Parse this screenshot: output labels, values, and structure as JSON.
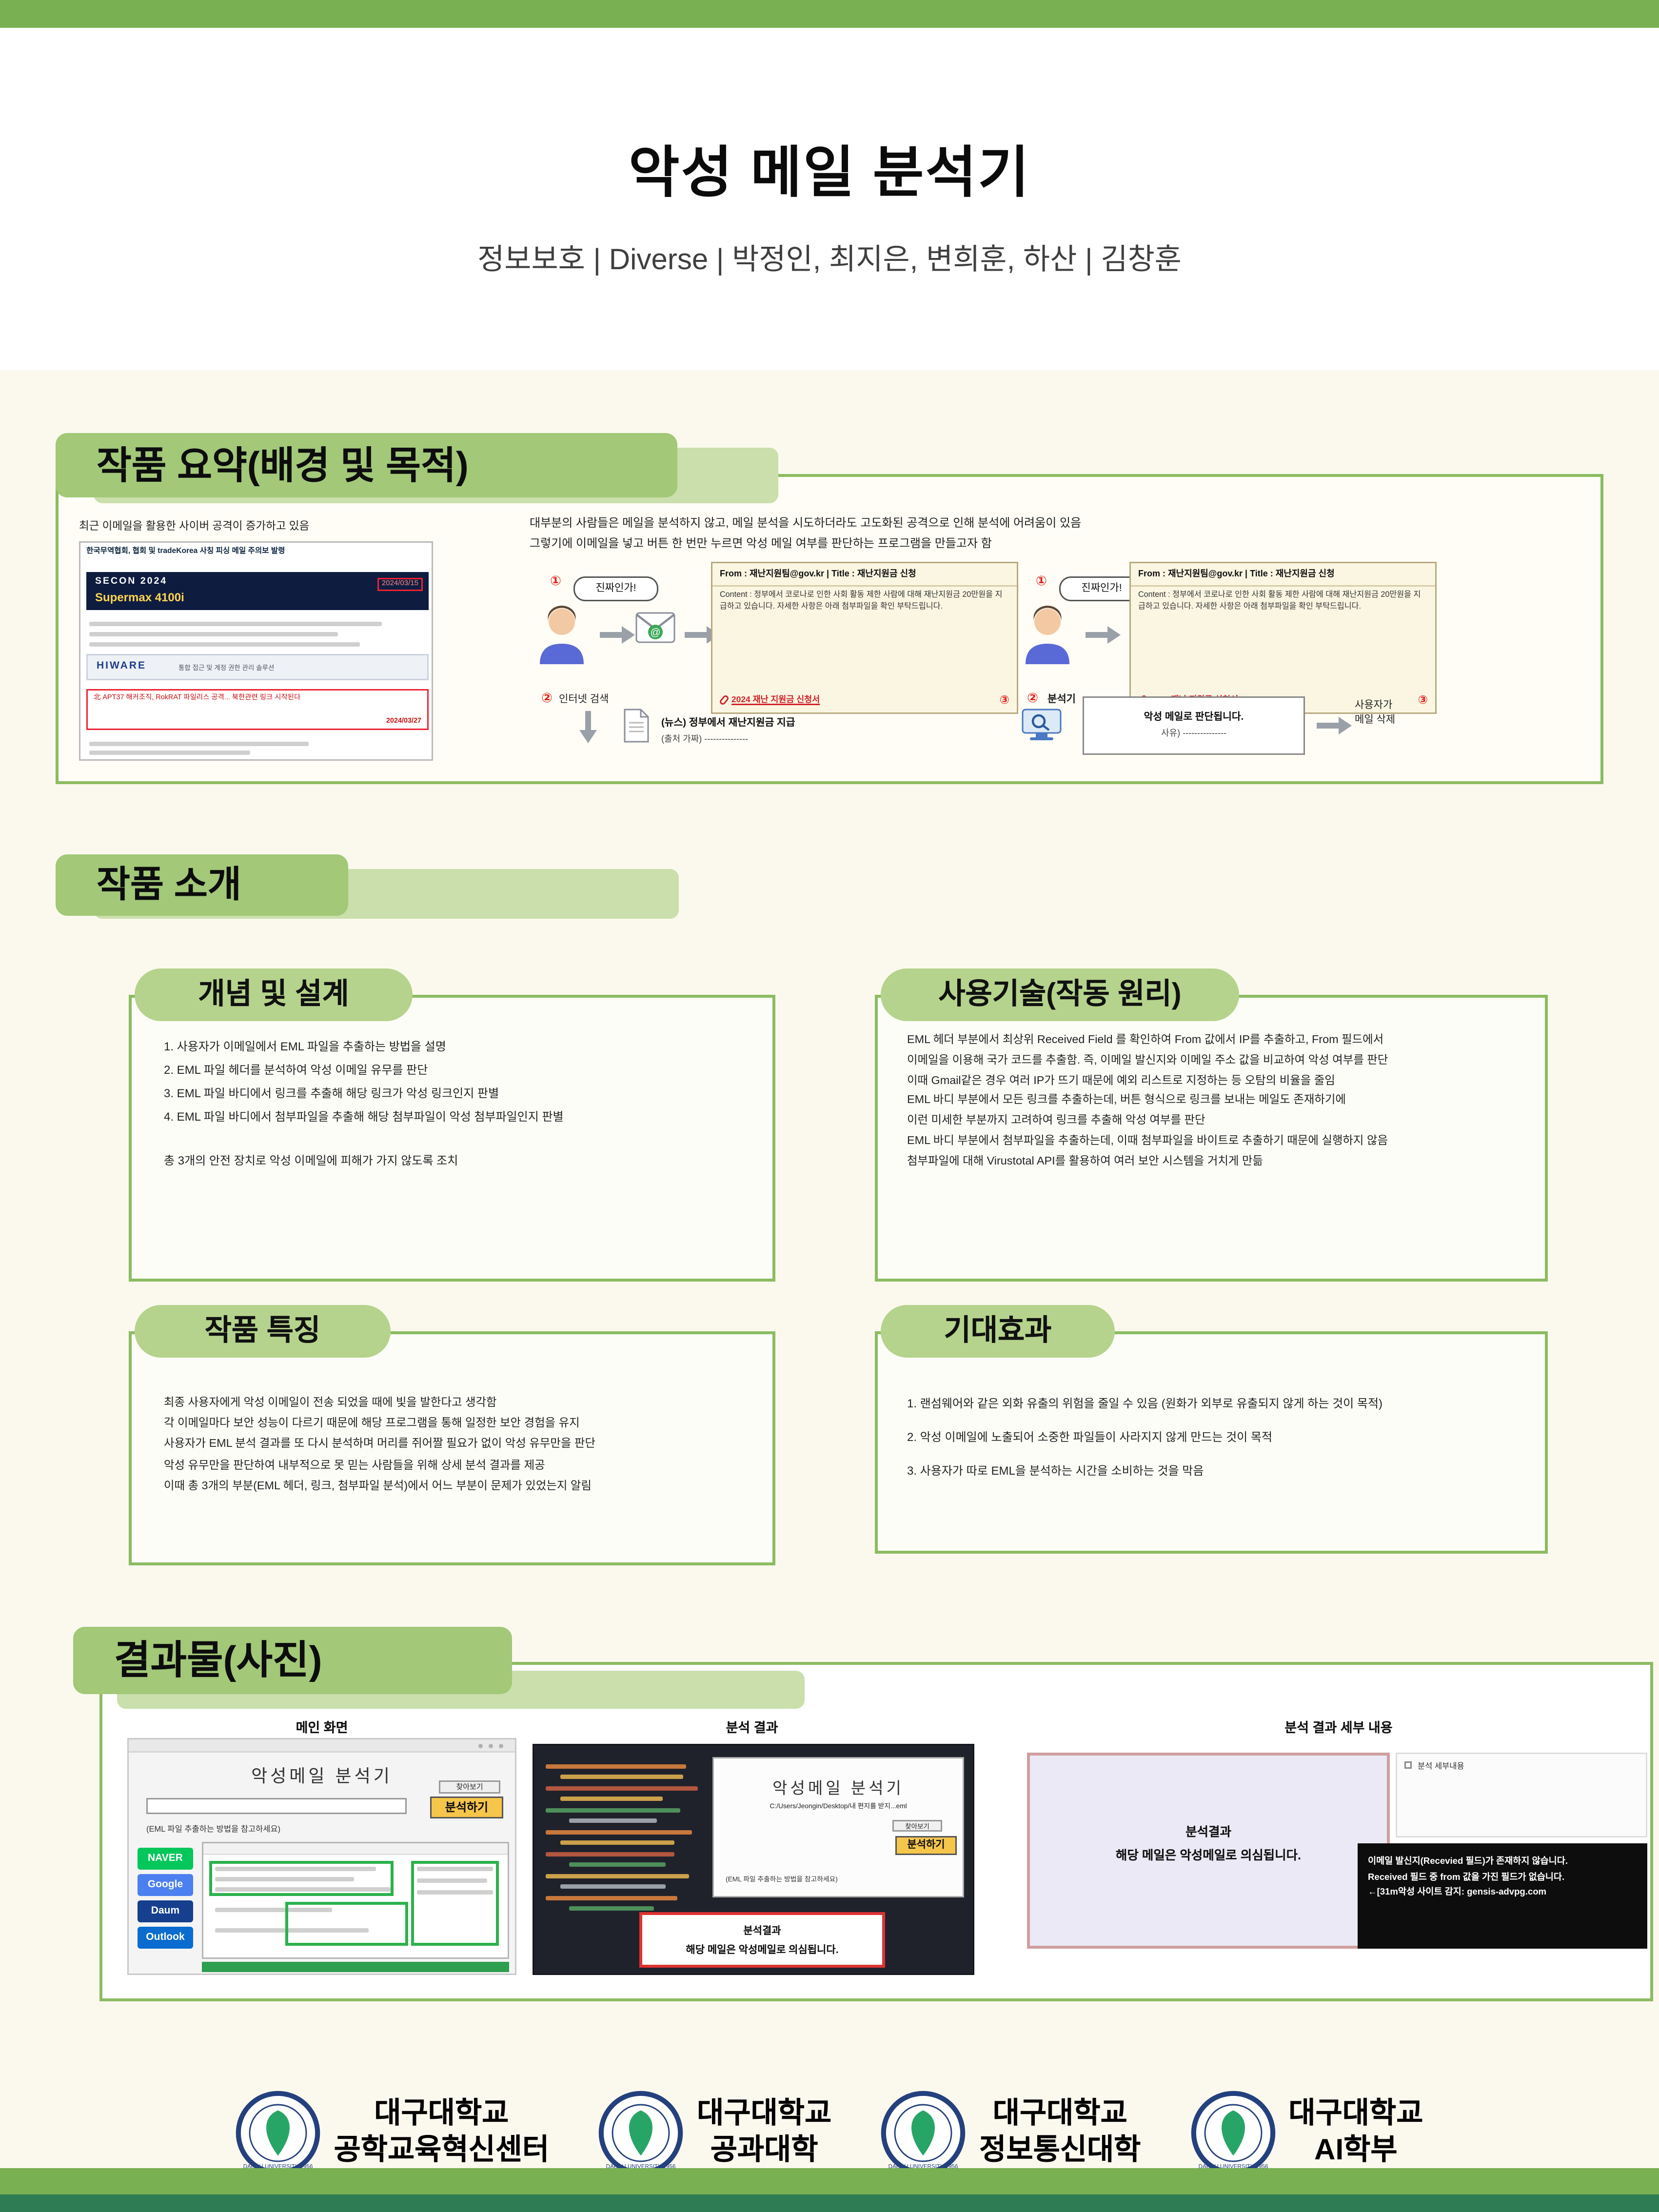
{
  "header": {
    "title": "악성 메일 분석기",
    "subtitle": "정보보호 | Diverse | 박정인, 최지은, 변희훈, 하산 | 김창훈"
  },
  "colors": {
    "green": "#79b052",
    "band_green": "#a2c878",
    "band_light_green": "#cadfac",
    "box_border_green": "#8cbb61",
    "accent_yellow": "#f6c64a",
    "alert_red": "#d2222a",
    "naver_green": "#03c75a"
  },
  "summary": {
    "heading": "작품 요약(배경 및 목적)",
    "left_caption": "최근 이메일을 활용한 사이버 공격이 증가하고 있음",
    "intro_line1": "대부분의 사람들은 메일을 분석하지 않고, 메일 분석을 시도하더라도 고도화된 공격으로 인해 분석에 어려움이 있음",
    "intro_line2": "그렇기에 이메일을 넣고 버튼 한 번만 누르면 악성 메일 여부를 판단하는 프로그램을 만들고자 함",
    "news": {
      "headline": "한국무역협회, 협회 및 tradeKorea 사칭 피싱 메일 주의보 발령",
      "banner_title": "SECON 2024",
      "banner_sub": "Supermax 4100i",
      "date1": "2024/03/15",
      "hiware": "HIWARE",
      "hiware_sub": "통합 접근 및 계정 권한 관리 솔루션",
      "alert_line": "北 APT37 해커조직, RokRAT 파일리스 공격... 북한관련 링크 시작된다",
      "date2": "2024/03/27"
    },
    "bubble": "진짜인가!",
    "circled_1": "①",
    "circled_2": "②",
    "circled_3": "③",
    "mail": {
      "header": "From : 재난지원팀@gov.kr | Title : 재난지원금 신청",
      "content": "Content : 정부에서 코로나로 인한 사회 활동 제한 사람에 대해 재난지원금 20만원을 지급하고 있습니다. 자세한 사항은 아래 첨부파일을 확인 부탁드립니다.",
      "attachment": "2024 재난 지원금 신청서"
    },
    "scenario1": {
      "step_label": "인터넷 검색",
      "result_title": "(뉴스) 정부에서 재난지원금 지급",
      "result_sub": "(출처 가짜) ---------------"
    },
    "scenario2": {
      "step_label": "분석기",
      "verdict_title": "악성 메일로 판단됩니다.",
      "verdict_sub": "사유) ---------------",
      "user_action": "사용자가\n메일 삭제"
    }
  },
  "intro": {
    "heading": "작품 소개",
    "concept": {
      "heading": "개념 및 설계",
      "lines": [
        "1. 사용자가 이메일에서 EML 파일을 추출하는 방법을 설명",
        "2. EML 파일 헤더를 분석하여 악성 이메일 유무를 판단",
        "3. EML 파일 바디에서 링크를 추출해 해당 링크가 악성 링크인지 판별",
        "4. EML 파일 바디에서 첨부파일을 추출해 해당 첨부파일이 악성 첨부파일인지 판별"
      ],
      "footer": "총 3개의 안전 장치로 악성 이메일에 피해가 가지 않도록 조치"
    },
    "tech": {
      "heading": "사용기술(작동 원리)",
      "lines": [
        "EML 헤더 부분에서 최상위 Received Field 를 확인하여 From 값에서 IP를 추출하고, From 필드에서",
        "이메일을 이용해 국가 코드를 추출함. 즉, 이메일 발신지와 이메일 주소 값을 비교하여 악성 여부를 판단",
        "이때  Gmail같은 경우 여러 IP가 뜨기 때문에 예외 리스트로 지정하는 등 오탐의 비율을 줄임",
        "EML 바디 부분에서 모든 링크를 추출하는데, 버튼 형식으로 링크를 보내는 메일도 존재하기에",
        "이런 미세한 부분까지 고려하여 링크를 추출해 악성 여부를 판단",
        "EML 바디 부분에서 첨부파일을 추출하는데, 이때 첨부파일을 바이트로 추출하기 때문에 실행하지 않음",
        "첨부파일에 대해 Virustotal API를 활용하여 여러 보안 시스템을 거치게 만듦"
      ]
    },
    "features": {
      "heading": "작품 특징",
      "lines": [
        "최종 사용자에게 악성 이메일이 전송 되었을 때에 빛을 발한다고 생각함",
        "각 이메일마다 보안 성능이 다르기 때문에 해당 프로그램을 통해 일정한 보안 경험을 유지",
        "사용자가 EML 분석 결과를 또 다시 분석하며 머리를 쥐어짤 필요가 없이 악성 유무만을 판단",
        "악성 유무만을 판단하여 내부적으로 못 믿는 사람들을 위해 상세 분석 결과를 제공",
        "이때 총 3개의 부분(EML 헤더, 링크, 첨부파일 분석)에서 어느 부분이 문제가 있었는지 알림"
      ]
    },
    "effects": {
      "heading": "기대효과",
      "lines": [
        "1. 랜섬웨어와 같은 외화 유출의 위험을 줄일 수 있음 (원화가 외부로 유출되지 않게 하는 것이 목적)",
        "2. 악성 이메일에 노출되어 소중한 파일들이 사라지지 않게 만드는 것이 목적",
        "3. 사용자가 따로 EML을 분석하는 시간을 소비하는 것을 막음"
      ]
    }
  },
  "results": {
    "heading": "결과물(사진)",
    "captions": [
      "메인 화면",
      "분석 결과",
      "분석 결과 세부 내용"
    ],
    "app": {
      "title": "악성메일 분석기",
      "browse_button": "찾아보기",
      "analyze_button": "분석하기",
      "note": "(EML 파일 추출하는 방법을 참고하세요)",
      "path": "C:/Users/Jeongin/Desktop/내 편지를 받지...eml",
      "services": [
        "NAVER",
        "Google",
        "Daum",
        "Outlook"
      ]
    },
    "verdict": {
      "title": "분석결과",
      "message": "해당 메일은 악성메일로 의심됩니다."
    },
    "detail": {
      "panel_label": "분석 세부내용",
      "lines": [
        "이메일 발신지(Recevied 필드)가 존재하지 않습니다.",
        "Received 필드 중 from 값을 가진 필드가 없습니다.",
        "←[31m악성 사이트 감지: gensis-advpg.com"
      ]
    }
  },
  "footer": {
    "seal_text": "DAEGU UNIVERSITY 1956",
    "orgs": [
      {
        "line1": "대구대학교",
        "line2": "공학교육혁신센터"
      },
      {
        "line1": "대구대학교",
        "line2": "공과대학"
      },
      {
        "line1": "대구대학교",
        "line2": "정보통신대학"
      },
      {
        "line1": "대구대학교",
        "line2": "AI학부"
      }
    ]
  }
}
